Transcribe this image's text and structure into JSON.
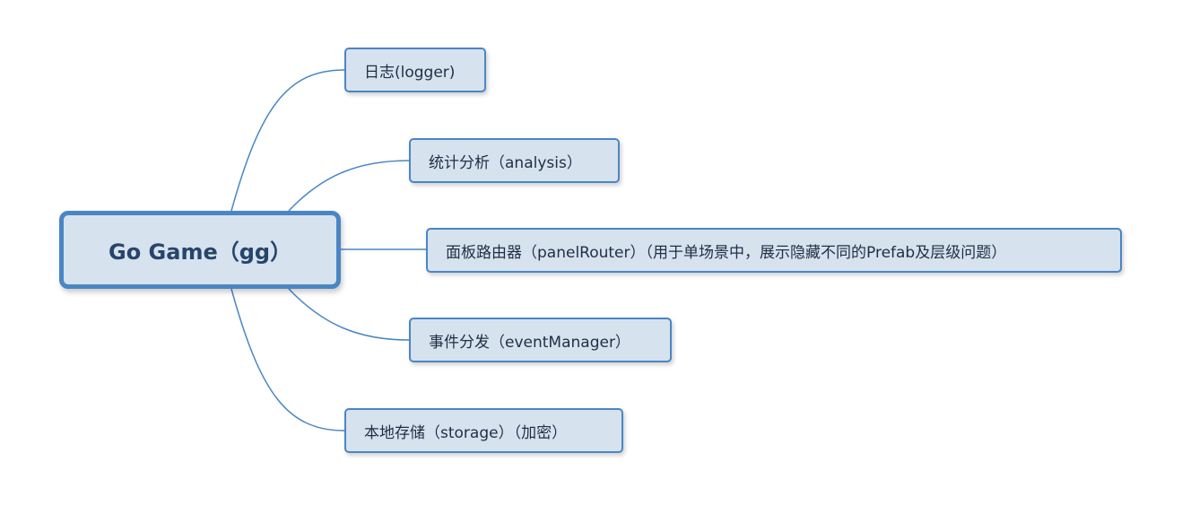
{
  "root": {
    "label": "Go Game（gg）"
  },
  "branches": [
    {
      "label": "日志(logger)"
    },
    {
      "label": "统计分析（analysis）"
    },
    {
      "label": "面板路由器（panelRouter）（用于单场景中，展示隐藏不同的Prefab及层级问题）"
    },
    {
      "label": "事件分发（eventManager）"
    },
    {
      "label": "本地存储（storage）（加密）"
    }
  ],
  "colors": {
    "node_fill": "#d6e2ee",
    "node_border": "#4a86c5",
    "connector": "#4a86c5",
    "text": "#1f2f44",
    "root_text": "#27456a"
  }
}
